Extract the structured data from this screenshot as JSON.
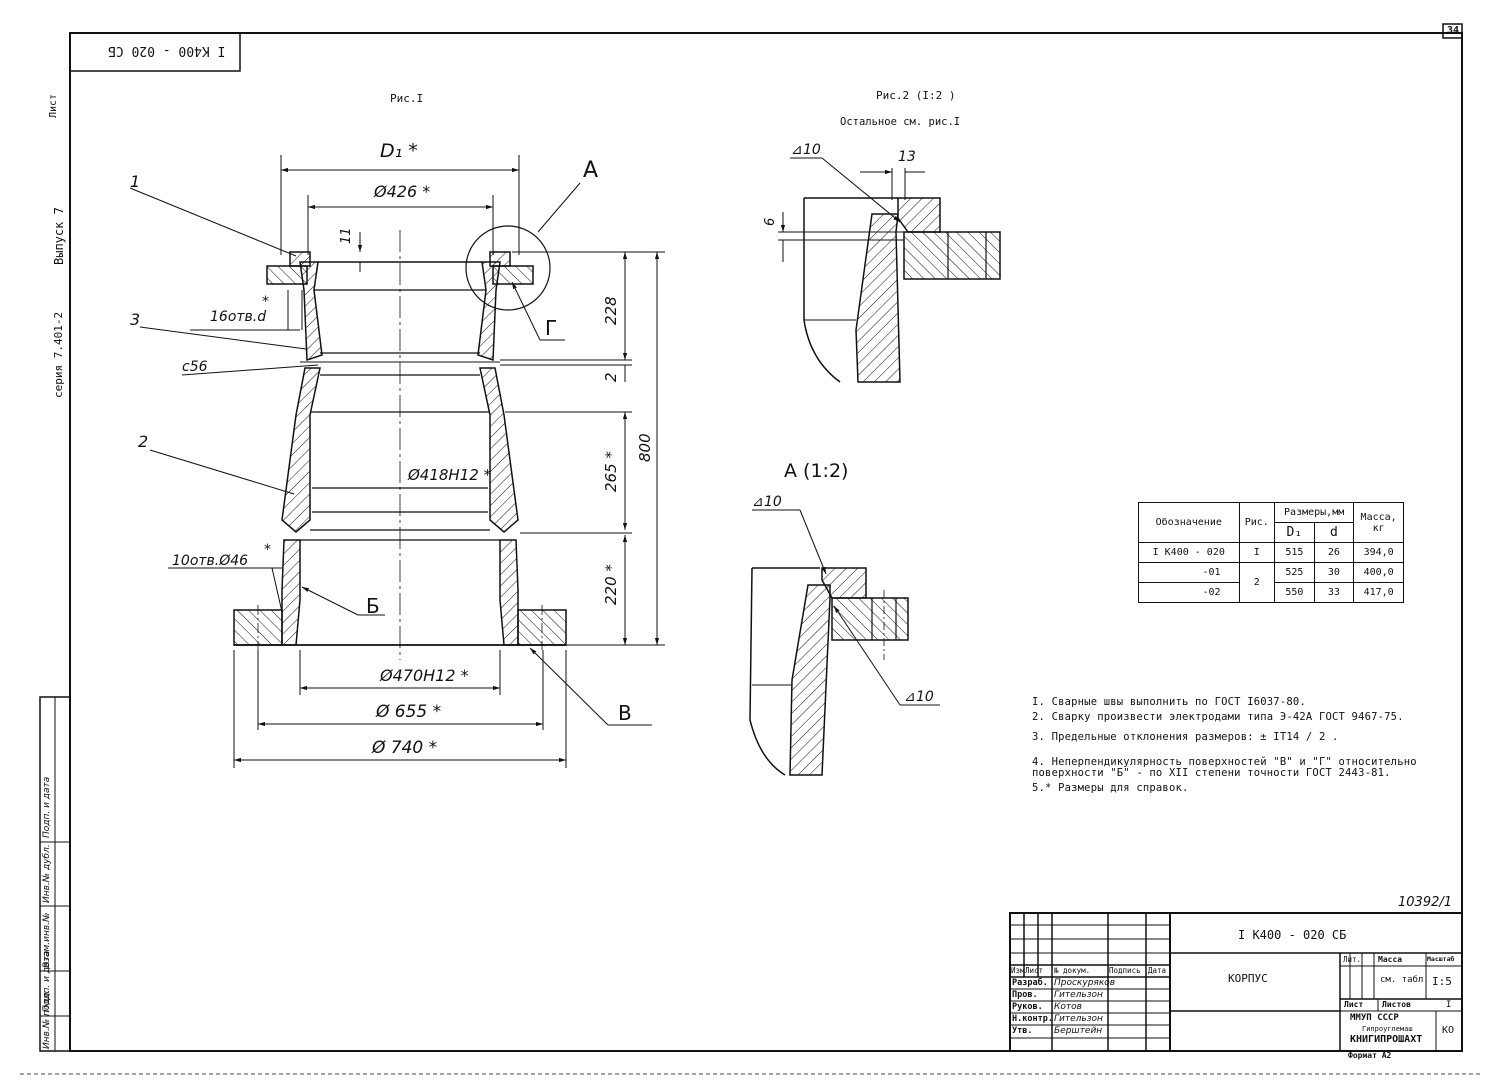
{
  "header": {
    "stamp": "I К400 - 020 СБ",
    "sheet_number": "34"
  },
  "left_margin": {
    "page_label": "Лист",
    "issue": "Выпуск 7",
    "series": "серия 7.401-2",
    "field_labels": [
      "Инв.№ подл.",
      "Подп. и дата",
      "Взам.инв.№",
      "Инв.№ дубл.",
      "Подп. и дата"
    ]
  },
  "figure1": {
    "title": "Рис.I",
    "callouts": {
      "c1": "1",
      "c2": "2",
      "c3": "3",
      "cA": "А",
      "cB": "Б",
      "cV": "В",
      "cG": "Г"
    },
    "dims": {
      "d1": "D₁ *",
      "d426": "Ø426 *",
      "d11": "11",
      "holes16": "16отв.d",
      "holes16_star": "*",
      "c56": "с56",
      "d418": "Ø418H12 *",
      "holes10": "10отв.Ø46",
      "holes10_star": "*",
      "d470": "Ø470H12 *",
      "d655": "Ø 655 *",
      "d740": "Ø 740 *",
      "h228": "228",
      "h2": "2",
      "h265": "265 *",
      "h800": "800",
      "h220": "220 *"
    }
  },
  "figure2": {
    "title": "Рис.2 (I:2 )",
    "subtitle": "Остальное см. рис.I",
    "weld": "10",
    "dim13": "13",
    "dim6": "6"
  },
  "viewA": {
    "title": "А (1:2)",
    "weld_top": "10",
    "weld_bottom": "10"
  },
  "spec_table": {
    "headers": {
      "designation": "Обозначение",
      "fig": "Рис.",
      "sizes": "Размеры,мм",
      "mass": "Масса, кг",
      "D1": "D₁",
      "d": "d"
    },
    "rows": [
      {
        "designation": "I К400 - 020",
        "fig": "I",
        "D1": "515",
        "d": "26",
        "mass": "394,0"
      },
      {
        "designation": "-01",
        "fig": "2",
        "D1": "525",
        "d": "30",
        "mass": "400,0"
      },
      {
        "designation": "-02",
        "fig": "",
        "D1": "550",
        "d": "33",
        "mass": "417,0"
      }
    ]
  },
  "notes": [
    "I. Сварные швы выполнить по ГОСТ I6037-80.",
    "2. Сварку произвести электродами типа Э-42А ГОСТ 9467-75.",
    "3. Предельные отклонения размеров: ± IT14 / 2 .",
    "4. Неперпендикулярность поверхностей \"В\" и \"Г\" относительно",
    "    поверхности \"Б\" - по XII степени точности ГОСТ 2443-81.",
    "5.* Размеры для справок."
  ],
  "archive_number": "10392/1",
  "title_block": {
    "designation": "I К400 - 020 СБ",
    "name": "КОРПУС",
    "col_headers": [
      "Изм",
      "Лист",
      "№ докум.",
      "Подпись",
      "Дата"
    ],
    "roles": [
      {
        "role": "Разраб.",
        "name": "Проскуряков"
      },
      {
        "role": "Пров.",
        "name": "Гительзон"
      },
      {
        "role": "Руков.",
        "name": "Котов"
      },
      {
        "role": "Н.контр.",
        "name": "Гительзон"
      },
      {
        "role": "Утв.",
        "name": "Берштейн"
      }
    ],
    "lit": "Лит.",
    "mass": "Масса",
    "scale": "Масштаб",
    "mass_value": "см. табл.",
    "scale_value": "I:5",
    "sheet": "Лист",
    "sheets": "Листов",
    "sheets_value": "I",
    "org1": "ММУП СССР",
    "org2": "Гипроуглемаш",
    "org3": "КНИГИПРОШАХТ",
    "org_code": "КО",
    "format": "Формат А2"
  }
}
